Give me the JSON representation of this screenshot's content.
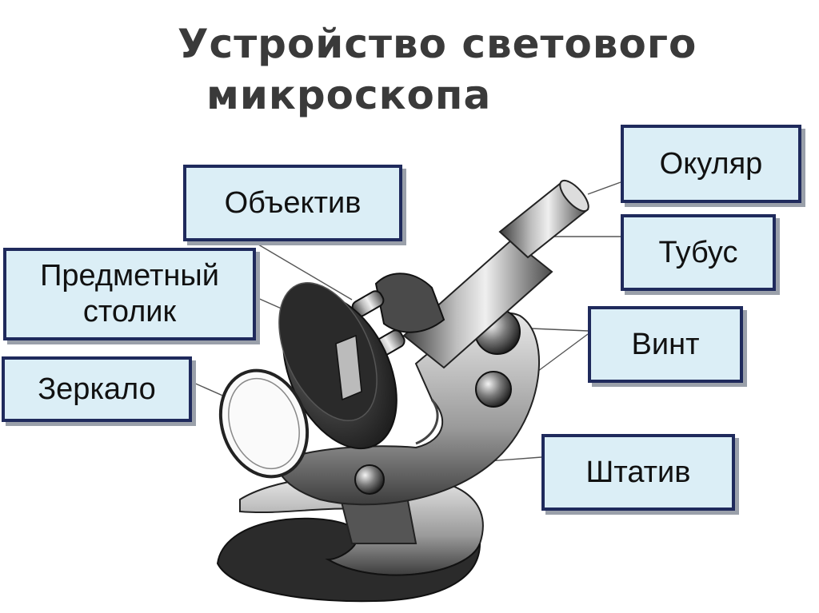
{
  "title": {
    "line1": "Устройство светового",
    "line2": "микроскопа"
  },
  "labels": {
    "okulyar": "Окуляр",
    "obektiv": "Объектив",
    "tubus": "Тубус",
    "stolik": "Предметный\nстолик",
    "vint": "Винт",
    "zerkalo": "Зеркало",
    "shtativ": "Штатив"
  },
  "colors": {
    "label_fill": "#dbeef6",
    "label_border": "#1f2a5c",
    "title_text": "#3a3a3a"
  }
}
